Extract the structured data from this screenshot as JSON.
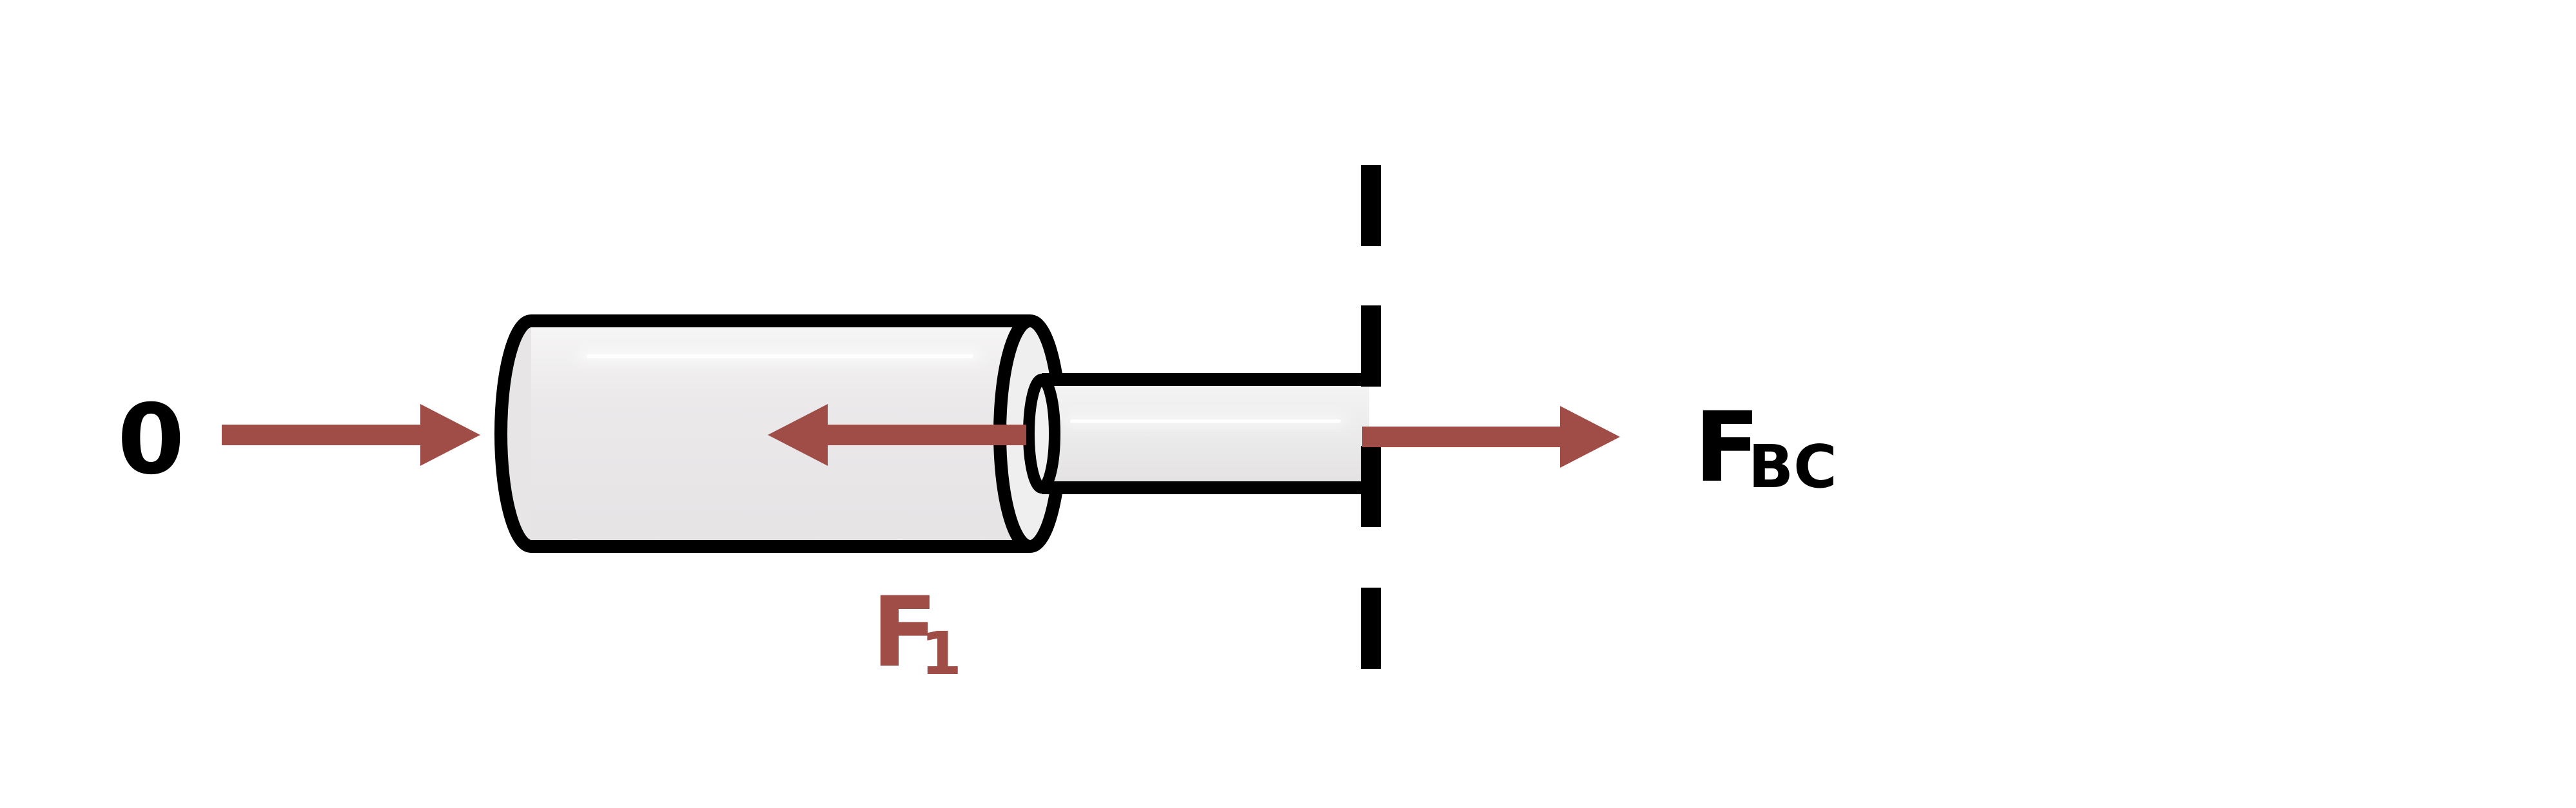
{
  "labels": {
    "left_force": "0",
    "internal_force_main": "F",
    "internal_force_sub": "1",
    "section_force_main": "F",
    "section_force_sub": "BC"
  },
  "colors": {
    "arrow": "#a04d48",
    "outline": "#000000",
    "cylinder_fill": "#e8e6e7",
    "cylinder_highlight": "#ffffff",
    "background": "#ffffff"
  }
}
